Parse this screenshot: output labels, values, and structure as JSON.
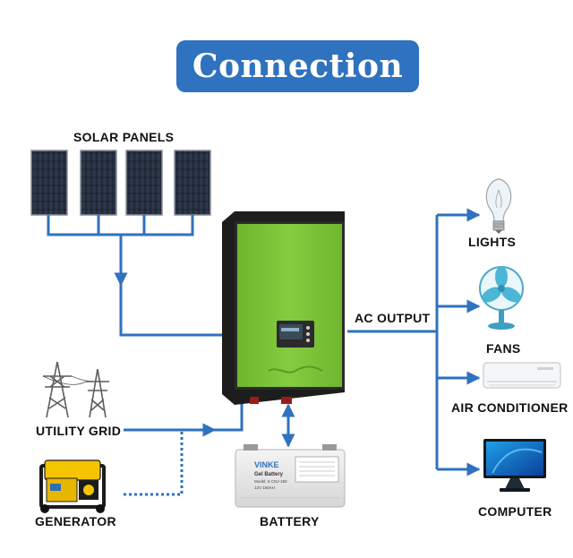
{
  "title": "Connection",
  "labels": {
    "solar_panels": "SOLAR PANELS",
    "ac_output": "AC OUTPUT",
    "lights": "LIGHTS",
    "fans": "FANS",
    "air_conditioner": "AIR CONDITIONER",
    "computer": "COMPUTER",
    "utility_grid": "UTILITY GRID",
    "generator": "GENERATOR",
    "battery": "BATTERY"
  },
  "battery_label": {
    "brand": "VINKE",
    "type": "Gel Battery",
    "model": "Model: 6-CNJ-150",
    "spec": "12V 150AH"
  },
  "colors": {
    "accent": "#2f72bf",
    "connector": "#2f72bf",
    "inverter_green": "#7dc23b",
    "inverter_frame": "#1d1d1d"
  },
  "icons": [
    "solar-panel-icon",
    "inverter-icon",
    "light-bulb-icon",
    "fan-icon",
    "air-conditioner-icon",
    "computer-monitor-icon",
    "transmission-tower-icon",
    "generator-icon",
    "battery-icon"
  ]
}
